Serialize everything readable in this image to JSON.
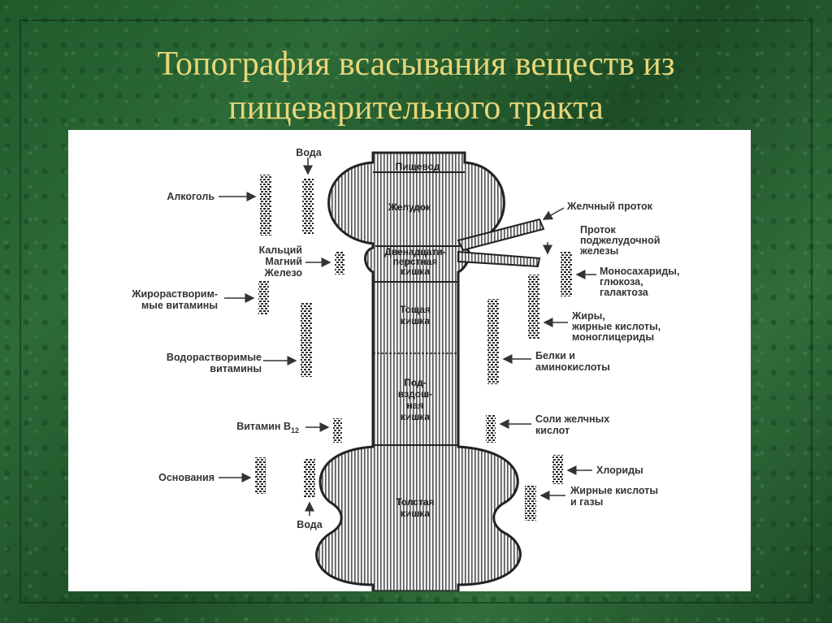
{
  "title": {
    "line1": "Топография всасывания веществ из",
    "line2": "пищеварительного тракта"
  },
  "organs": {
    "esophagus": "Пищевод",
    "stomach": "Желудок",
    "duodenum_1": "Двенадцати-",
    "duodenum_2": "перстная",
    "duodenum_3": "кишка",
    "jejunum_1": "Тощая",
    "jejunum_2": "кишка",
    "ileum_1": "Под-",
    "ileum_2": "вздош-",
    "ileum_3": "ная",
    "ileum_4": "кишка",
    "colon_1": "Толстая",
    "colon_2": "кишка"
  },
  "left_labels": {
    "water_top": "Вода",
    "alcohol": "Алкоголь",
    "minerals_1": "Кальций",
    "minerals_2": "Магний",
    "minerals_3": "Железо",
    "fat_vitamins_1": "Жирорастворим-",
    "fat_vitamins_2": "мые витамины",
    "water_vitamins_1": "Водорастворимые",
    "water_vitamins_2": "витамины",
    "vitamin_b12": "Витамин В",
    "vitamin_b12_sub": "12",
    "bases": "Основания",
    "water_bottom": "Вода"
  },
  "right_labels": {
    "bile_duct": "Желчный проток",
    "pancreatic_duct_1": "Проток",
    "pancreatic_duct_2": "поджелудочной",
    "pancreatic_duct_3": "железы",
    "monosaccharides_1": "Моносахариды,",
    "monosaccharides_2": "глюкоза,",
    "monosaccharides_3": "галактоза",
    "fats_1": "Жиры,",
    "fats_2": "жирные кислоты,",
    "fats_3": "моноглицериды",
    "proteins_1": "Белки и",
    "proteins_2": "аминокислоты",
    "bile_salts_1": "Соли желчных",
    "bile_salts_2": "кислот",
    "chlorides": "Хлориды",
    "fatty_acids_1": "Жирные кислоты",
    "fatty_acids_2": "и газы"
  }
}
